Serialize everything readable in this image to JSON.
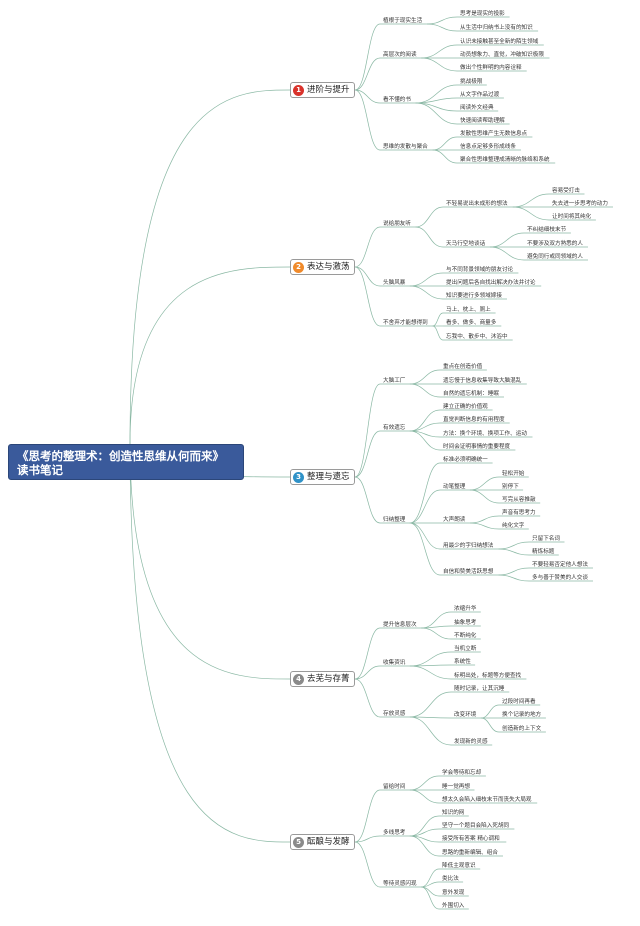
{
  "root": {
    "title": "《思考的整理术：创造性思维从何而来》读书笔记"
  },
  "colors": {
    "line": "#8ab8a4",
    "badge1": "#d9322b",
    "badge2": "#f08a2a",
    "badge3": "#2f92c8",
    "badge4": "#8a8a8a",
    "badge5": "#8a8a8a"
  },
  "topics": [
    {
      "num": "1",
      "label": "进阶与提升",
      "children": [
        {
          "label": "植根于现实生活",
          "children": [
            {
              "label": "思考是现实的投影"
            },
            {
              "label": "从生活中归纳书上没有的知识"
            }
          ]
        },
        {
          "label": "高层次的阅读",
          "children": [
            {
              "label": "认识未接触甚至全新的陌生领域"
            },
            {
              "label": "动员想象力、直觉，冲破知识极限"
            },
            {
              "label": "做出个性鲜明的内容诠释"
            }
          ]
        },
        {
          "label": "看不懂的书",
          "children": [
            {
              "label": "挑战极限"
            },
            {
              "label": "从文字作品过渡"
            },
            {
              "label": "阅读外文经典"
            },
            {
              "label": "快速阅读帮助理解"
            }
          ]
        },
        {
          "label": "思维的发散与聚合",
          "children": [
            {
              "label": "发散性思维产生无数信息点"
            },
            {
              "label": "信息点足够多形成线条"
            },
            {
              "label": "聚合性思维整理成清晰的脉络和系统"
            }
          ]
        }
      ]
    },
    {
      "num": "2",
      "label": "表达与激荡",
      "children": [
        {
          "label": "说给朋友听",
          "children": [
            {
              "label": "不轻易说出未成形的想法",
              "children": [
                {
                  "label": "容易受打击"
                },
                {
                  "label": "失去进一步思考的动力"
                },
                {
                  "label": "让时间将其纯化"
                }
              ]
            },
            {
              "label": "天马行空地谈话",
              "children": [
                {
                  "label": "不纠结细枝末节"
                },
                {
                  "label": "不要涉及双方熟悉的人"
                },
                {
                  "label": "避免同行或同领域的人"
                }
              ]
            }
          ]
        },
        {
          "label": "头脑风暴",
          "children": [
            {
              "label": "与不同背景领域的朋友讨论"
            },
            {
              "label": "提出问题后各自找出解决办法并讨论"
            },
            {
              "label": "知识要进行多领域嫁接"
            }
          ]
        },
        {
          "label": "不舍弃才能想得到",
          "children": [
            {
              "label": "马上、枕上、厕上"
            },
            {
              "label": "看多、做多、商量多"
            },
            {
              "label": "忘我中、散步中、沐浴中"
            }
          ]
        }
      ]
    },
    {
      "num": "3",
      "label": "整理与遗忘",
      "children": [
        {
          "label": "大脑工厂",
          "children": [
            {
              "label": "重点在创造价值"
            },
            {
              "label": "遗忘慢于信息收集导致大脑混乱"
            },
            {
              "label": "自然的遗忘机制：睡眠"
            }
          ]
        },
        {
          "label": "有效遗忘",
          "children": [
            {
              "label": "建立正确的价值观"
            },
            {
              "label": "直觉判断信息的有用程度"
            },
            {
              "label": "方法：换个环境、换项工作、运动"
            },
            {
              "label": "时间会证明事情的重要程度"
            }
          ]
        },
        {
          "label": "归纳整理",
          "children": [
            {
              "label": "标准必须明确统一"
            },
            {
              "label": "动笔整理",
              "children": [
                {
                  "label": "轻松开始"
                },
                {
                  "label": "别停下"
                },
                {
                  "label": "写完从容推敲"
                }
              ]
            },
            {
              "label": "大声朗读",
              "children": [
                {
                  "label": "声音有思考力"
                },
                {
                  "label": "纯化文字"
                }
              ]
            },
            {
              "label": "用最少的字归纳想法",
              "children": [
                {
                  "label": "只留下名词"
                },
                {
                  "label": "精炼标题"
                }
              ]
            },
            {
              "label": "自信和赞美活跃思想",
              "children": [
                {
                  "label": "不要轻易否定他人想法"
                },
                {
                  "label": "多与善于赞美的人交谈"
                }
              ]
            }
          ]
        }
      ]
    },
    {
      "num": "4",
      "label": "去芜与存菁",
      "children": [
        {
          "label": "提升信息层次",
          "children": [
            {
              "label": "浓缩升华"
            },
            {
              "label": "抽象思考"
            },
            {
              "label": "不断纯化"
            }
          ]
        },
        {
          "label": "收集资讯",
          "children": [
            {
              "label": "当机立断"
            },
            {
              "label": "系统性"
            },
            {
              "label": "标明出处，标题等方便查找"
            }
          ]
        },
        {
          "label": "存放灵感",
          "children": [
            {
              "label": "随时记录，让其沉睡"
            },
            {
              "label": "改变环境",
              "children": [
                {
                  "label": "过段时间再看"
                },
                {
                  "label": "换个记录的地方"
                },
                {
                  "label": "创造新的上下文"
                }
              ]
            },
            {
              "label": "发现新的灵感"
            }
          ]
        }
      ]
    },
    {
      "num": "5",
      "label": "酝酿与发酵",
      "children": [
        {
          "label": "留给时间",
          "children": [
            {
              "label": "学会等待和忘却"
            },
            {
              "label": "睡一觉再想"
            },
            {
              "label": "想太久会陷入细枝末节而丧失大局观"
            }
          ]
        },
        {
          "label": "多线思考",
          "children": [
            {
              "label": "知识的网"
            },
            {
              "label": "坚守一个题目会陷入死胡同"
            },
            {
              "label": "接受所有答案 精心调和"
            },
            {
              "label": "思路的重新编辑、组合"
            }
          ]
        },
        {
          "label": "等待灵感闪现",
          "children": [
            {
              "label": "降低主观意识"
            },
            {
              "label": "类比法"
            },
            {
              "label": "意外发现"
            },
            {
              "label": "外围切入"
            }
          ]
        }
      ]
    }
  ]
}
